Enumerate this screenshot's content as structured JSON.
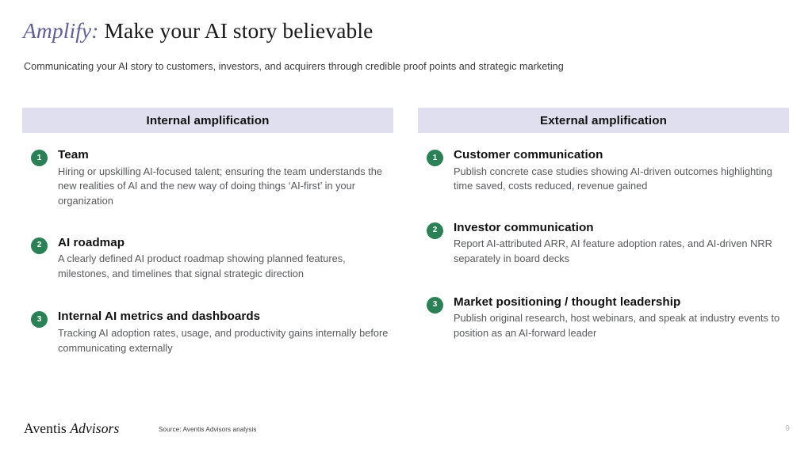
{
  "slide": {
    "title": {
      "accent": "Amplify:",
      "rest": " Make your AI story believable"
    },
    "subtitle": "Communicating your AI story to customers, investors, and acquirers through credible proof points and strategic marketing",
    "colors": {
      "accent_purple": "#5f5f9c",
      "header_bar": "#e0dff0",
      "badge_green": "#2a8155",
      "body_gray": "#58595b",
      "page_number_gray": "#b8b8b8"
    },
    "columns": [
      {
        "header": "Internal amplification",
        "items": [
          {
            "number": "1",
            "title": "Team",
            "desc": "Hiring or upskilling AI-focused talent; ensuring the team understands the new realities of AI and the new way of doing things ‘AI-first’ in your organization"
          },
          {
            "number": "2",
            "title": "AI roadmap",
            "desc": "A clearly defined AI product roadmap showing planned features, milestones, and timelines that signal strategic direction"
          },
          {
            "number": "3",
            "title": "Internal AI metrics and dashboards",
            "desc": "Tracking AI adoption rates, usage, and productivity gains internally before communicating externally"
          }
        ]
      },
      {
        "header": "External amplification",
        "items": [
          {
            "number": "1",
            "title": "Customer communication",
            "desc": "Publish concrete case studies showing AI-driven outcomes highlighting time saved, costs reduced, revenue gained"
          },
          {
            "number": "2",
            "title": "Investor communication",
            "desc": "Report AI-attributed ARR, AI feature adoption rates, and AI-driven NRR separately in board decks"
          },
          {
            "number": "3",
            "title": "Market positioning / thought leadership",
            "desc": "Publish original research, host webinars, and speak at industry events to position as an AI-forward leader"
          }
        ]
      }
    ],
    "footer": {
      "logo_bold": "Aventis ",
      "logo_italic": "Advisors",
      "source": "Source: Aventis Advisors analysis",
      "page_number": "9"
    }
  }
}
